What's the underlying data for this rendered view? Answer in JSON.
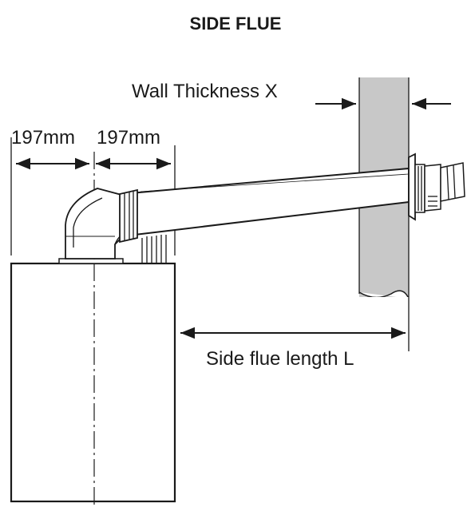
{
  "diagram": {
    "title": "SIDE FLUE",
    "labels": {
      "wall_thickness": "Wall Thickness X",
      "dim_left": "197mm",
      "dim_right": "197mm",
      "flue_length": "Side flue length L"
    }
  }
}
